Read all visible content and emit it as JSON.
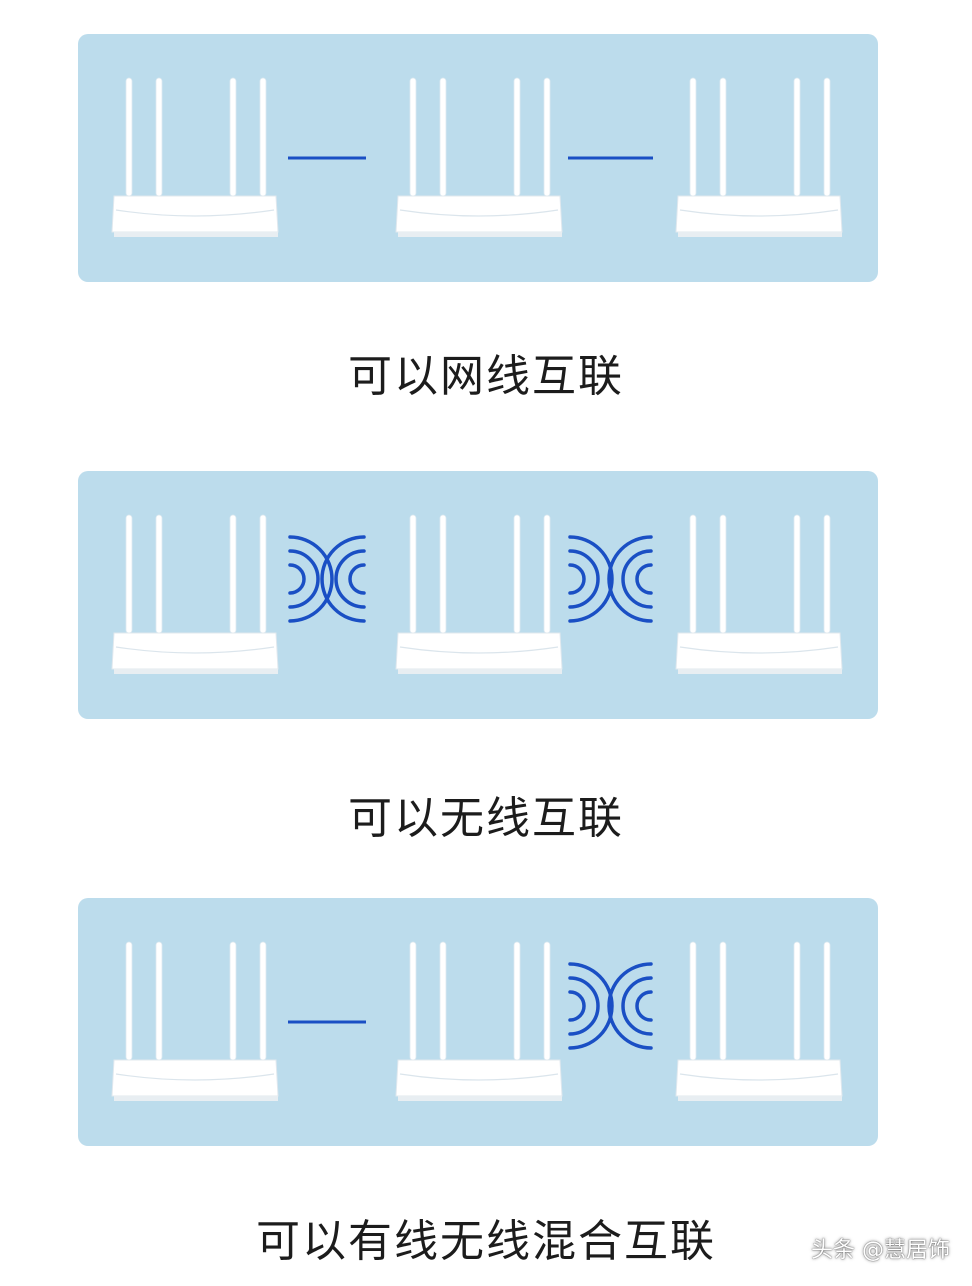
{
  "panels": [
    {
      "caption": "可以网线互联",
      "links": [
        "wired",
        "wired"
      ]
    },
    {
      "caption": "可以无线互联",
      "links": [
        "wireless",
        "wireless"
      ]
    },
    {
      "caption": "可以有线无线混合互联",
      "links": [
        "wired",
        "wireless"
      ]
    }
  ],
  "watermark": "头条 @慧居饰",
  "colors": {
    "panel_bg": "#bcdcec",
    "link_blue": "#1a4fc4",
    "router_white": "#ffffff"
  }
}
